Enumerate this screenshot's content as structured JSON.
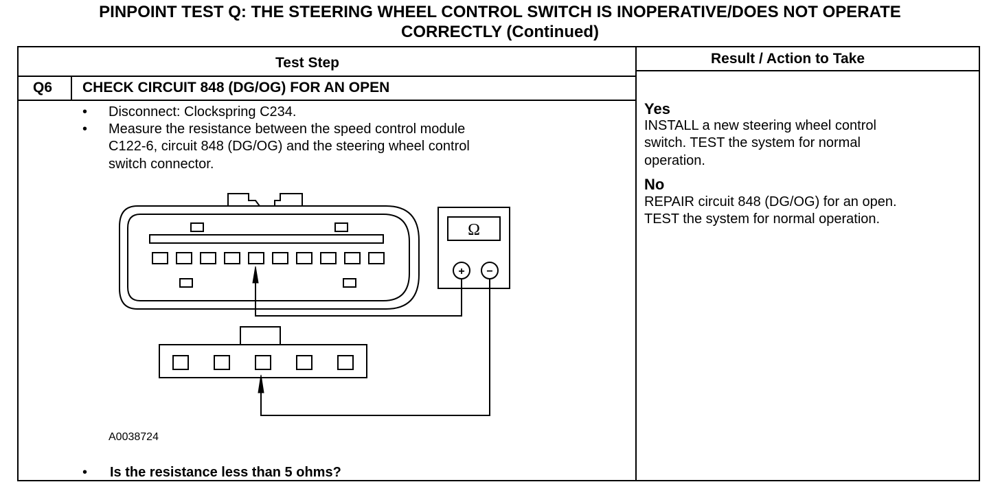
{
  "title": {
    "line1": "PINPOINT TEST  Q: THE STEERING WHEEL CONTROL SWITCH IS INOPERATIVE/DOES NOT OPERATE",
    "line2": "CORRECTLY (Continued)"
  },
  "table": {
    "col_test_step": "Test Step",
    "col_result": "Result / Action to Take",
    "step_id": "Q6",
    "step_title": "CHECK CIRCUIT 848 (DG/OG) FOR AN OPEN",
    "bullets": [
      "Disconnect: Clockspring C234.",
      "Measure the resistance between the speed control module",
      "C122-6, circuit 848 (DG/OG) and the steering wheel control",
      "switch connector."
    ],
    "question": "Is the resistance less than 5 ohms?",
    "figure_id": "A0038724",
    "meter_symbol": "Ω",
    "meter_plus": "+",
    "meter_minus": "−",
    "yes_label": "Yes",
    "yes_text": [
      "INSTALL a new steering wheel control",
      "switch. TEST the system for normal",
      "operation."
    ],
    "no_label": "No",
    "no_text": [
      "REPAIR circuit 848 (DG/OG) for an open.",
      "TEST the system for normal operation."
    ]
  }
}
